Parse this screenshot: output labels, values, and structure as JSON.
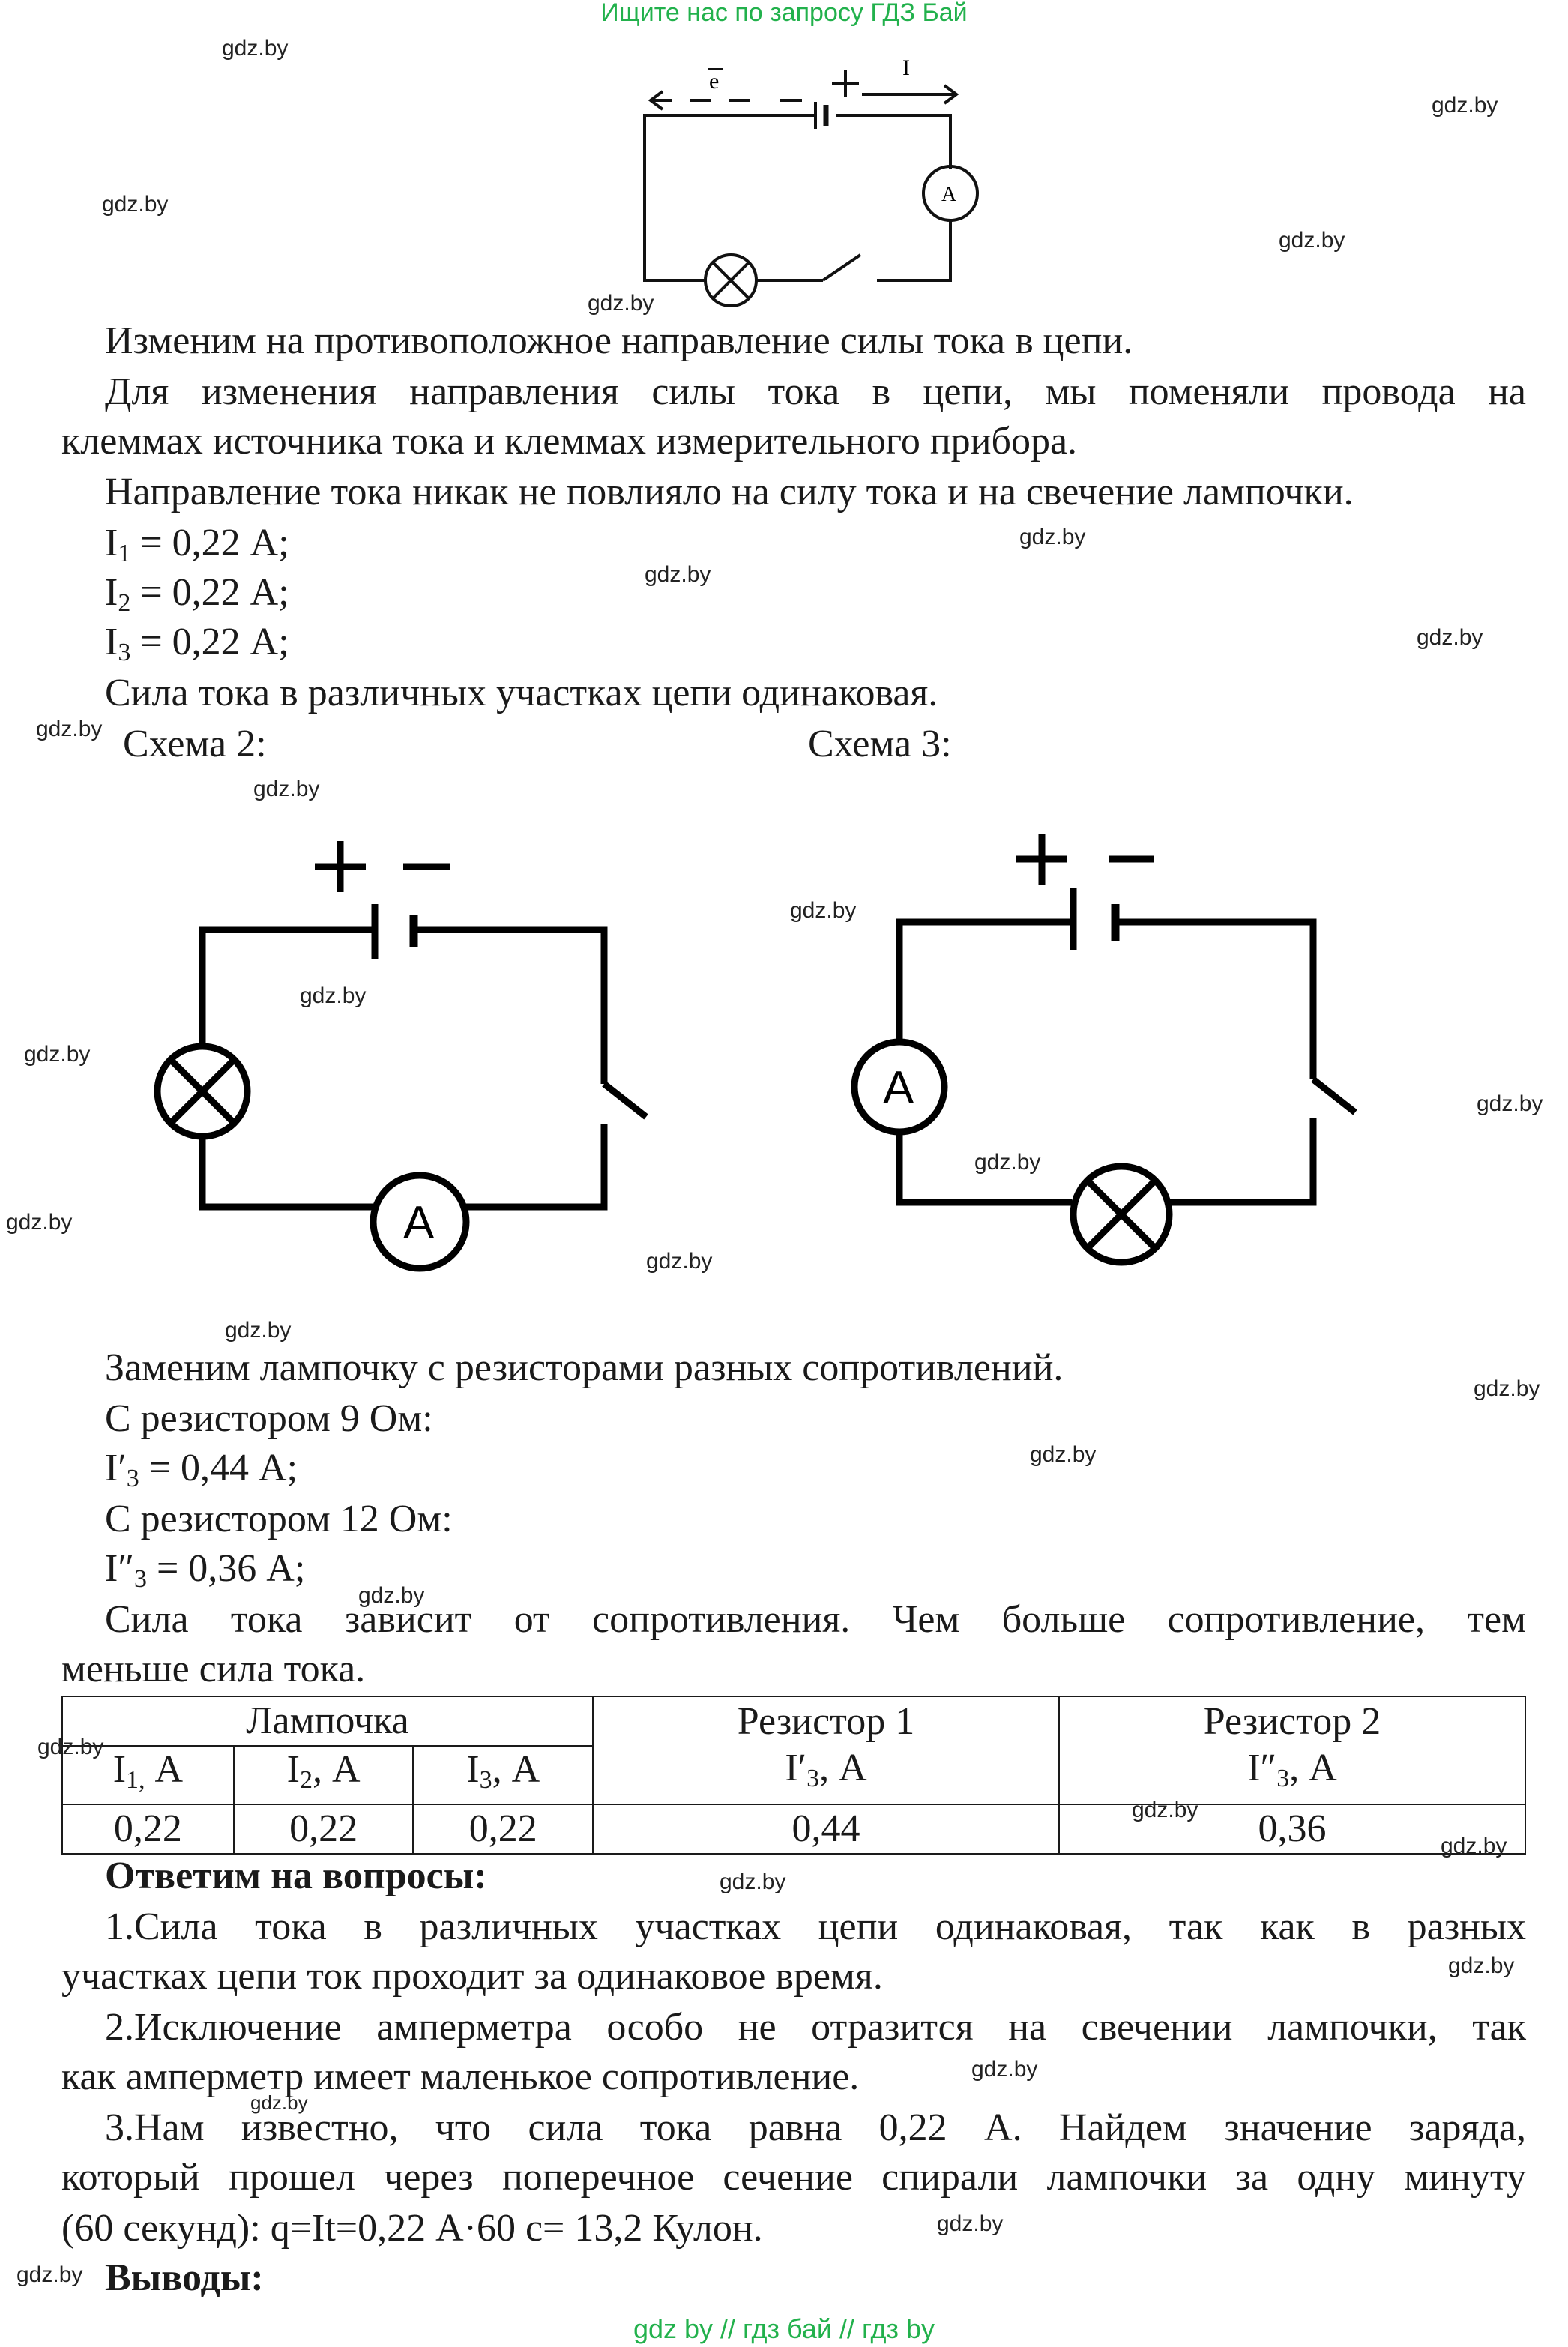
{
  "banner": "Ищите нас по запросу ГДЗ Бай",
  "watermark": "gdz.by",
  "circuit1": {
    "electron_label": "e",
    "current_label": "I",
    "ammeter": "A"
  },
  "text": {
    "l1": "Изменим на противоположное направление силы тока в цепи.",
    "l2": "Для изменения направления силы тока в цепи, мы поменяли провода на",
    "l3": "клеммах источника тока и клеммах измерительного прибора.",
    "l4": "Направление тока никак не повлияло на силу тока и на свечение лампочки.",
    "i1_sym": "I",
    "i1_sub": "1",
    "i1_val": " = 0,22 А;",
    "i2_sym": "I",
    "i2_sub": "2",
    "i2_val": " = 0,22 А;",
    "i3_sym": "I",
    "i3_sub": "3",
    "i3_val": " = 0,22 А;",
    "l5": "Сила тока в различных участках цепи одинаковая.",
    "scheme2": "Схема 2:",
    "scheme3": "Схема 3:",
    "l6": "Заменим лампочку с резисторами разных сопротивлений.",
    "l7": "С резистором 9 Ом:",
    "i3p_sym": "I′",
    "i3p_sub": "3",
    "i3p_val": " = 0,44 А;",
    "l8": "С резистором 12 Ом:",
    "i3pp_sym": "I″",
    "i3pp_sub": "3",
    "i3pp_val": " = 0,36 А;",
    "l9": "Сила тока зависит от сопротивления. Чем больше сопротивление, тем",
    "l10": "меньше сила тока."
  },
  "table": {
    "h_lamp": "Лампочка",
    "h_r1": "Резистор 1",
    "h_r2": "Резистор 2",
    "c1_sym": "I",
    "c1_sub": "1,",
    "c1_unit": " А",
    "c2_sym": "I",
    "c2_sub": "2",
    "c2_unit": ", А",
    "c3_sym": "I",
    "c3_sub": "3",
    "c3_unit": ", А",
    "c4_sym": "I′",
    "c4_sub": "3",
    "c4_unit": ", А",
    "c5_sym": "I″",
    "c5_sub": "3",
    "c5_unit": ", А",
    "v1": "0,22",
    "v2": "0,22",
    "v3": "0,22",
    "v4": "0,44",
    "v5": "0,36"
  },
  "answers": {
    "heading": "Ответим на вопросы:",
    "a1a": "1.Сила тока в различных участках цепи одинаковая, так как в разных",
    "a1b": "участках цепи ток проходит за одинаковое время.",
    "a2a": "2.Исключение амперметра особо не отразится на свечении лампочки, так",
    "a2b": "как амперметр имеет маленькое сопротивление.",
    "a3a": "3.Нам известно, что сила тока равна 0,22 А. Найдем значение заряда,",
    "a3b": "который прошел через поперечное сечение спирали лампочки за одну минуту",
    "a3c": "(60 секунд): q=It=0,22 А·60 с= 13,2 Кулон.",
    "conclusions": "Выводы:"
  },
  "footer": "gdz by  //  гдз бай  //  гдз by"
}
